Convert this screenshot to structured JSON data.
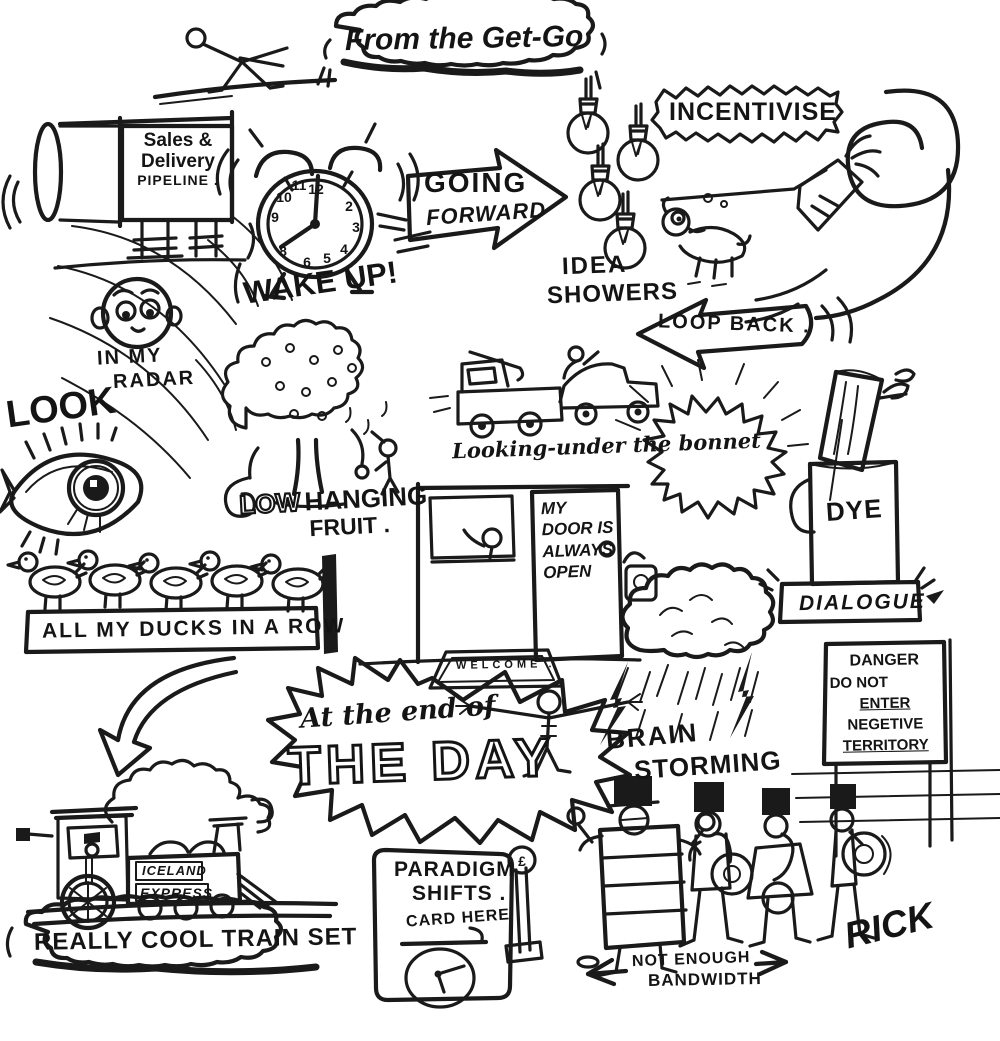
{
  "colors": {
    "ink": "#1a1a1a",
    "paper": "#ffffff"
  },
  "banner": {
    "get_go": "From the Get-Go"
  },
  "pipeline": {
    "line1": "Sales &",
    "line2": "Delivery",
    "line3": "PIPELINE ."
  },
  "clock": {
    "wake_up": "WAKE UP!",
    "numbers": {
      "n12": "12",
      "n2": "2",
      "n3": "3",
      "n4": "4",
      "n5": "5",
      "n6": "6",
      "n8": "8",
      "n9": "9",
      "n10": "10",
      "n11": "11"
    }
  },
  "arrow_forward": {
    "line1": "GOING",
    "line2": "FORWARD"
  },
  "idea_showers": {
    "line1": "IDEA",
    "line2": "SHOWERS"
  },
  "incentivise": {
    "label": "INCENTIVISE"
  },
  "loop_back": {
    "label": "LOOP BACK ."
  },
  "radar": {
    "line1": "IN MY",
    "line2": "RADAR"
  },
  "look": {
    "label": "LOOK"
  },
  "fruit": {
    "low": "LOW",
    "hanging": "HANGING",
    "line2": "FRUIT ."
  },
  "bonnet": {
    "label": "Looking-under the bonnet"
  },
  "door": {
    "line1": "MY",
    "line2": "DOOR IS",
    "line3": "ALWAYS",
    "line4": "OPEN",
    "mat": "WELCOME ."
  },
  "dye": {
    "label": "DYE"
  },
  "dialogue": {
    "label": "DIALOGUE"
  },
  "ducks": {
    "label": "ALL MY DUCKS IN A ROW"
  },
  "end_of_day": {
    "script": "At the end of",
    "big": "THE DAY"
  },
  "brainstorm": {
    "line1": "BRAIN",
    "line2": "STORMING"
  },
  "danger_sign": {
    "line1": "DANGER",
    "line2": "DO NOT",
    "line3": "ENTER",
    "line4": "NEGETIVE",
    "line5": "TERRITORY"
  },
  "train": {
    "panel1": "ICELAND",
    "panel2": "EXPRESS",
    "banner": "REALLY COOL TRAIN SET"
  },
  "paradigm": {
    "line1": "PARADIGM",
    "line2": "SHIFTS .",
    "slot": "CARD HERE",
    "lever_symbol": "£"
  },
  "bandwidth": {
    "line1": "NOT ENOUGH",
    "line2": "BANDWIDTH"
  },
  "signature": "RICK"
}
